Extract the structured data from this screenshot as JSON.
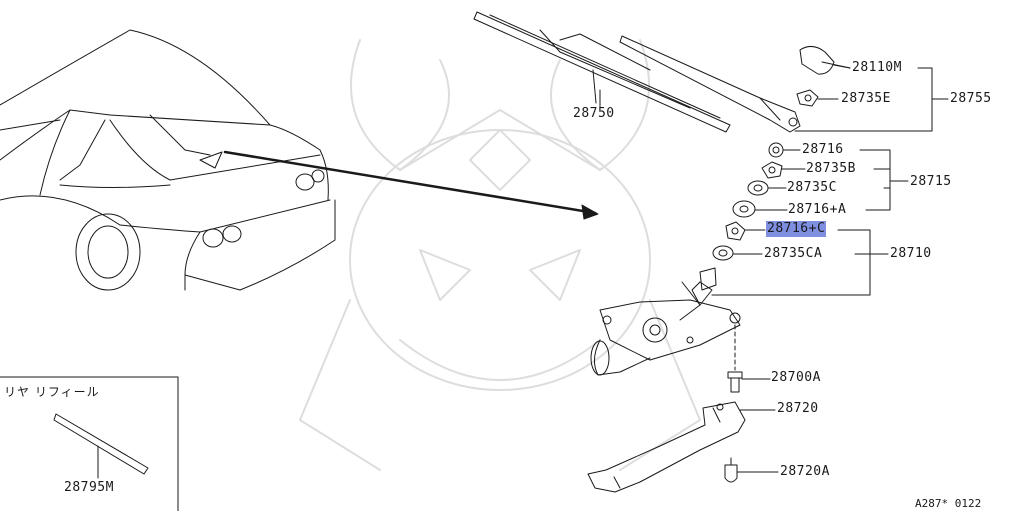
{
  "inset": {
    "title": "リヤ リフィール",
    "part": "28795M"
  },
  "parts": {
    "p28110M": "28110M",
    "p28735E": "28735E",
    "p28755": "28755",
    "p28750": "28750",
    "p28716": "28716",
    "p28735B": "28735B",
    "p28715": "28715",
    "p28735C": "28735C",
    "p28716A": "28716+A",
    "p28716C": "28716+C",
    "p28735CA": "28735CA",
    "p28710": "28710",
    "p28700A": "28700A",
    "p28720": "28720",
    "p28720A": "28720A"
  },
  "highlight": {
    "color": "#7f8fe0",
    "part": "28716+C"
  },
  "reference": "A287* 0122"
}
